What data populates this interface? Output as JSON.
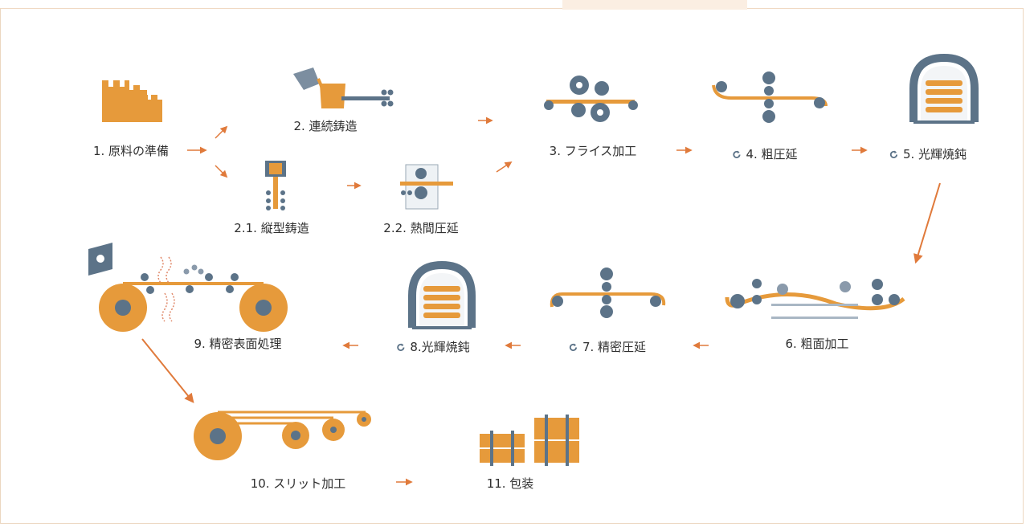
{
  "colors": {
    "orange": "#e69a3b",
    "slate": "#5c7388",
    "arrow": "#e07a3b",
    "text": "#2f2f2f"
  },
  "steps": {
    "s1": "1. 原料の準備",
    "s2": "2. 連続鋳造",
    "s2_1": "2.1. 縦型鋳造",
    "s2_2": "2.2. 熱間圧延",
    "s3": "3. フライス加工",
    "s4": "4. 粗圧延",
    "s5": "5. 光輝焼鈍",
    "s6": "6. 粗面加工",
    "s7": "7. 精密圧延",
    "s8": "8.光輝焼鈍",
    "s9": "9. 精密表面処理",
    "s10": "10. スリット加工",
    "s11": "11. 包装"
  }
}
